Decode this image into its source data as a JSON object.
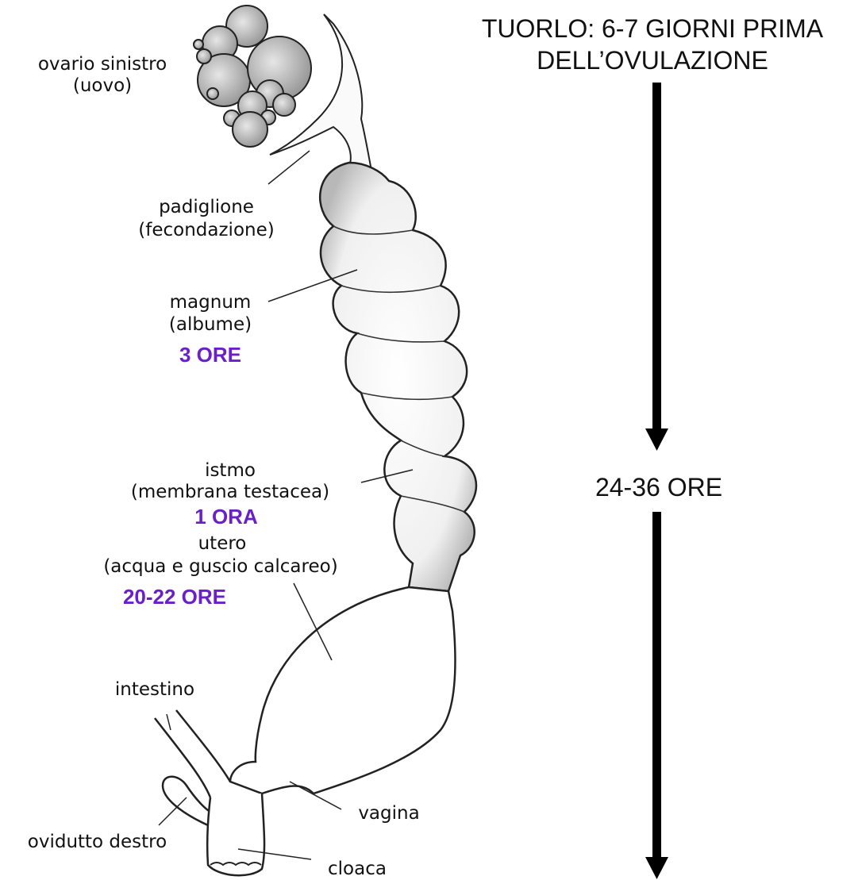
{
  "header": {
    "line1": "TUORLO: 6-7 GIORNI PRIMA",
    "line2": "DELL’OVULAZIONE"
  },
  "duration_total": "24-36 ORE",
  "labels": {
    "ovary_name": "ovario sinistro",
    "ovary_role": "(uovo)",
    "infundibulum_name": "padiglione",
    "infundibulum_role": "(fecondazione)",
    "magnum_name": "magnum",
    "magnum_role": "(albume)",
    "isthmus_name": "istmo",
    "isthmus_role": "(membrana  testacea)",
    "uterus_name": "utero",
    "uterus_role": "(acqua  e  guscio  calcareo)",
    "intestine": "intestino",
    "vagina": "vagina",
    "right_oviduct": "ovidutto destro",
    "cloaca": "cloaca"
  },
  "times": {
    "magnum": "3 ORE",
    "isthmus": "1 ORA",
    "uterus": "20-22 ORE"
  },
  "colors": {
    "time_text": "#6a1fc9",
    "ink": "#111111"
  }
}
